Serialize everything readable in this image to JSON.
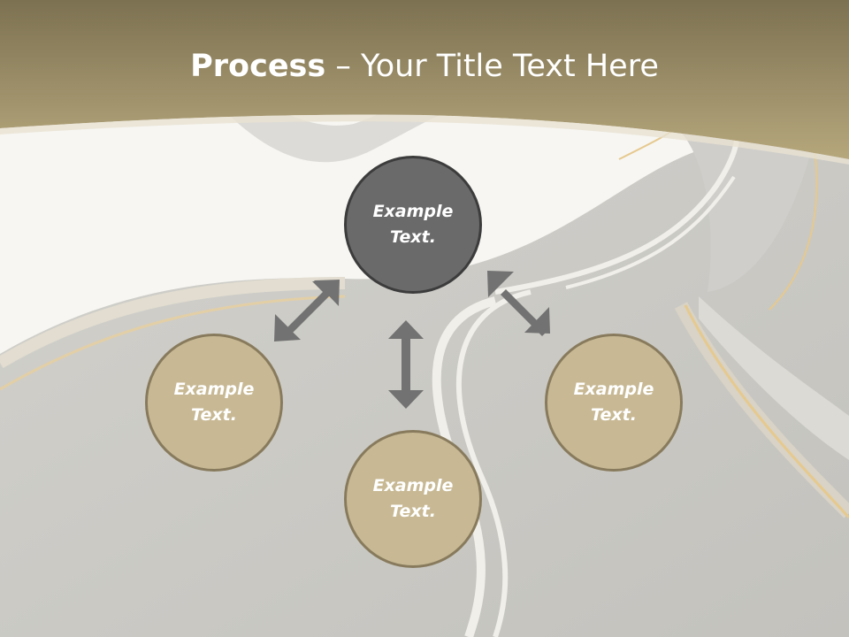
{
  "title": {
    "bold": "Process",
    "rest": " – Your Title Text Here"
  },
  "nodes": {
    "center": {
      "line1": "Example",
      "line2": "Text."
    },
    "left": {
      "line1": "Example",
      "line2": "Text."
    },
    "bottom": {
      "line1": "Example",
      "line2": "Text."
    },
    "right": {
      "line1": "Example",
      "line2": "Text."
    }
  },
  "colors": {
    "header": "#a59670",
    "center_fill": "#6a6a6a",
    "node_fill": "#c8b994",
    "arrow": "#727272",
    "road": "#c8c7c2"
  }
}
